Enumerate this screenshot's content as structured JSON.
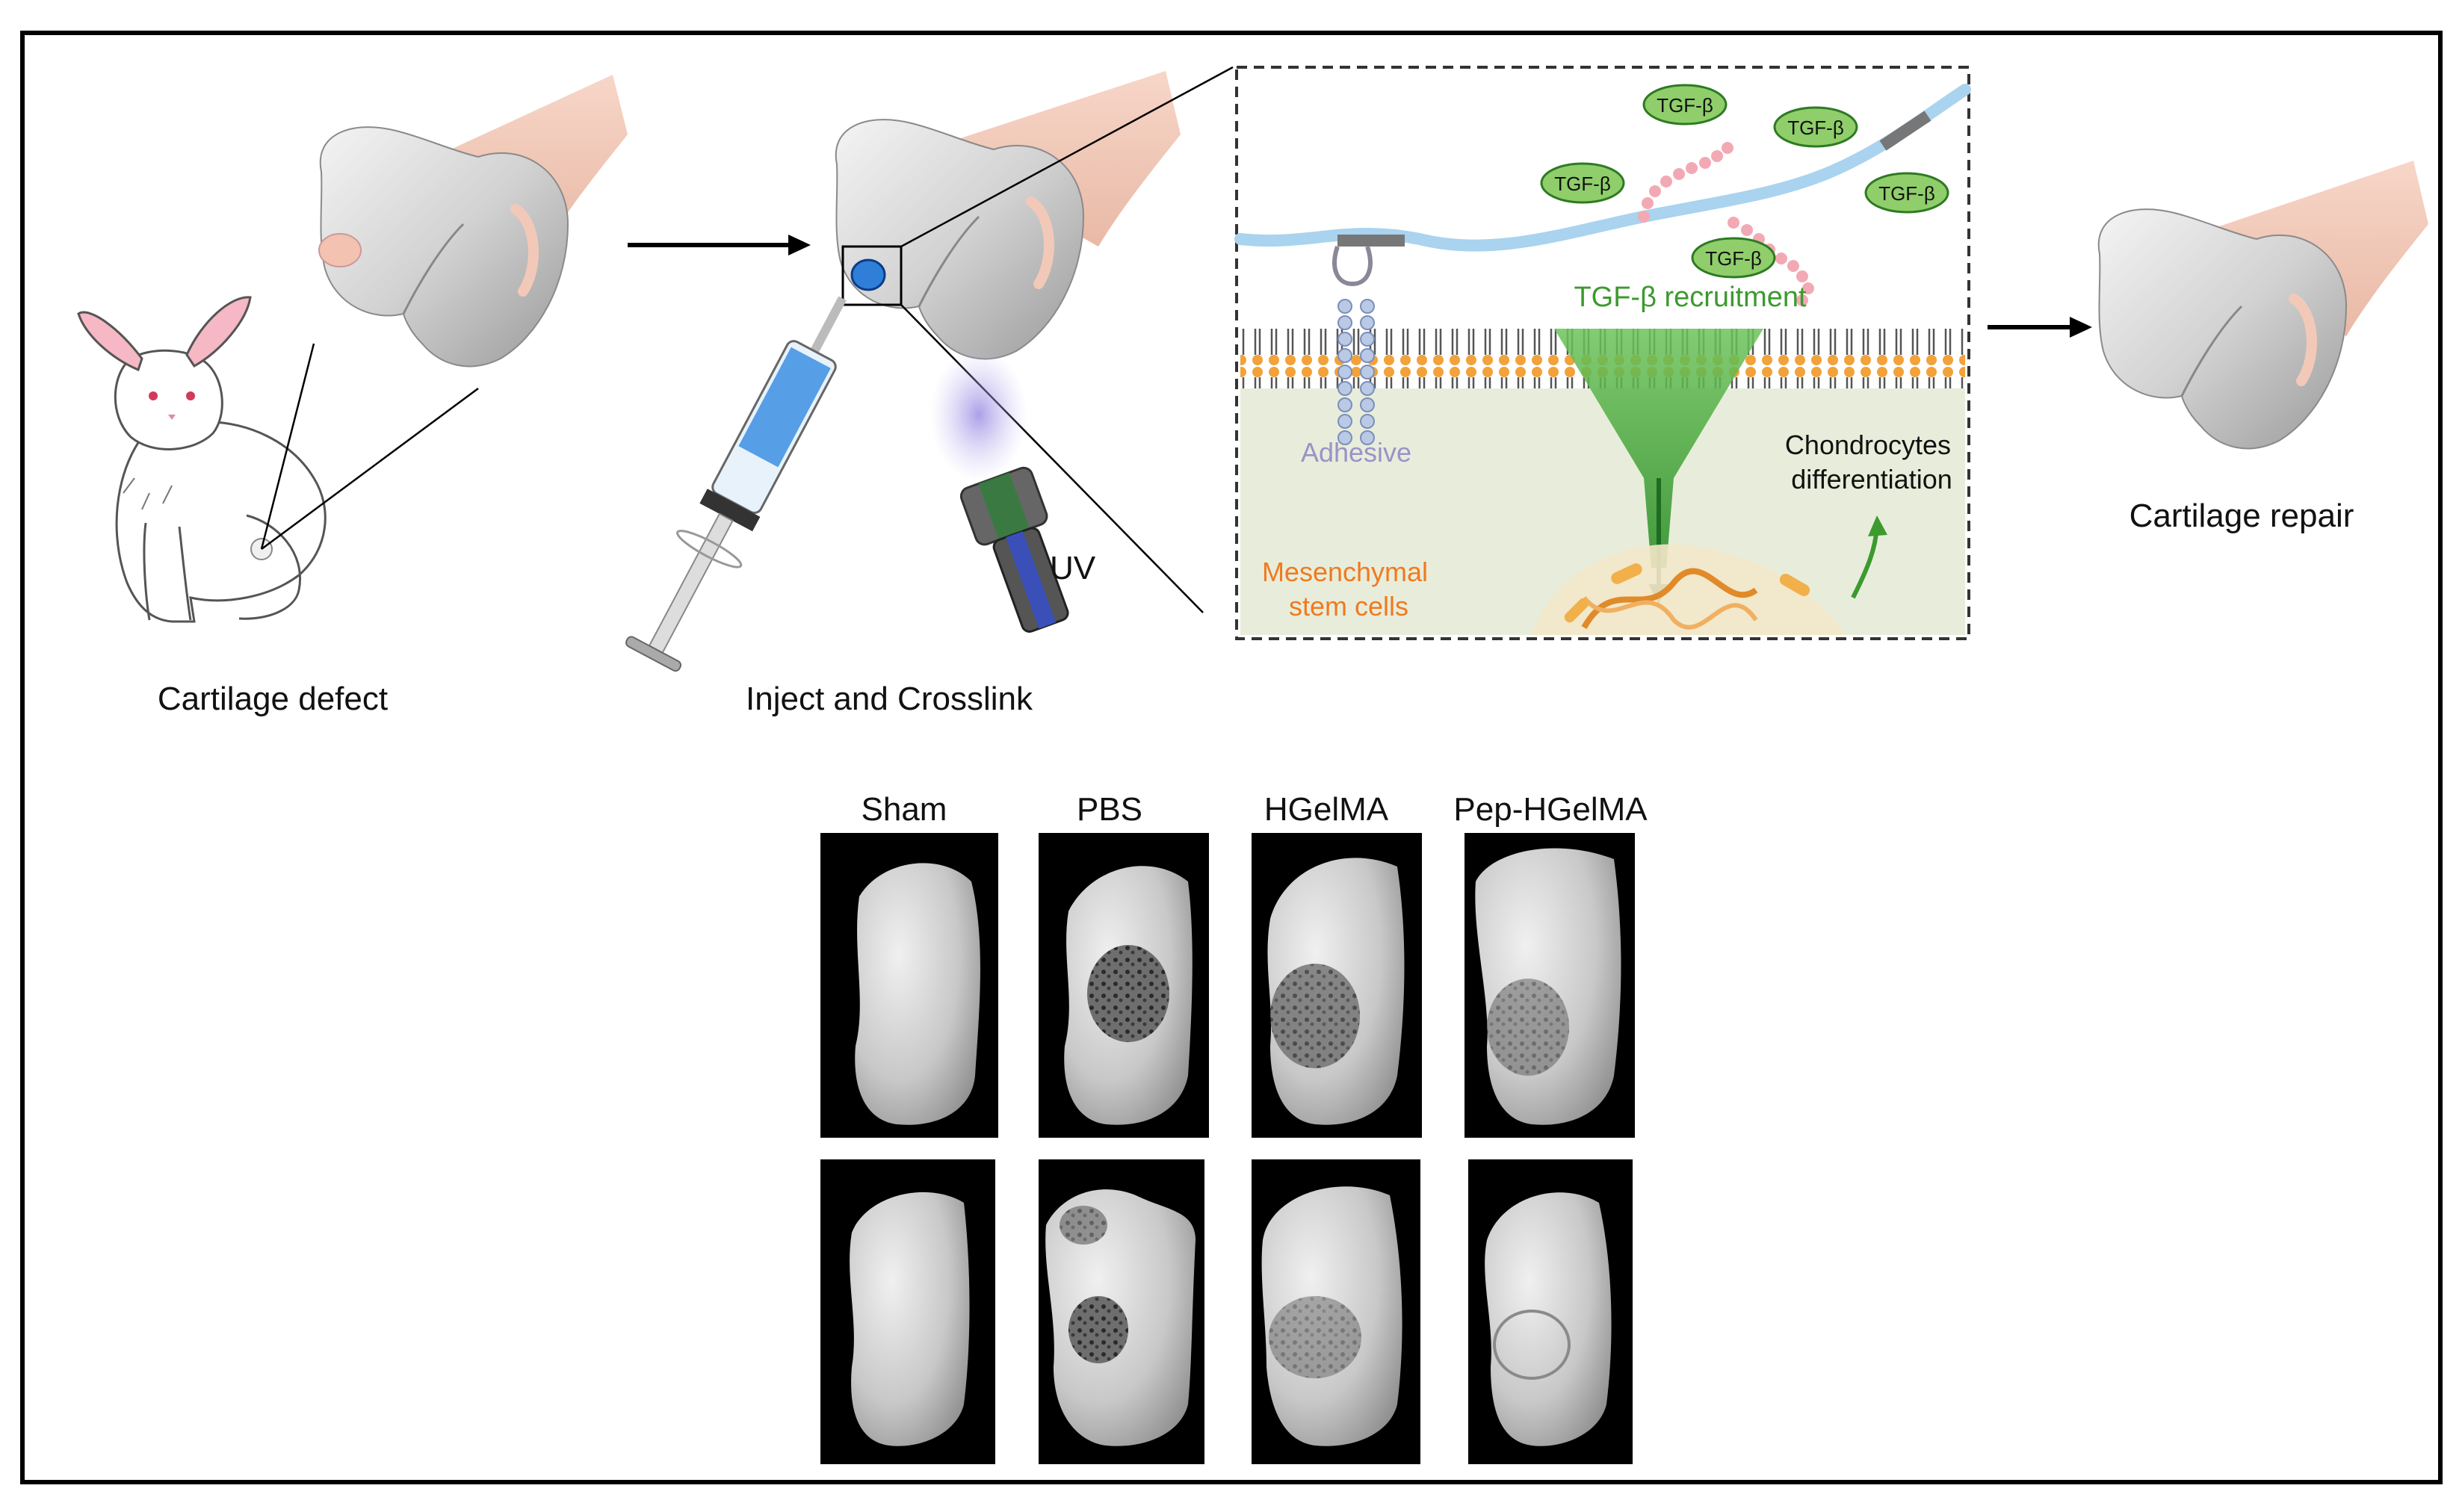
{
  "top": {
    "stage1_label": "Cartilage defect",
    "stage2_label": "Inject and Crosslink",
    "uv_label": "UV",
    "stage3_label": "Cartilage repair"
  },
  "mechanism": {
    "tgf_tokens": [
      "TGF-β",
      "TGF-β",
      "TGF-β",
      "TGF-β",
      "TGF-β"
    ],
    "recruitment_label": "TGF-β recruitment",
    "adhesive_label": "Adhesive",
    "differentiation_line1": "Chondrocytes",
    "differentiation_line2": "differentiation",
    "msc_line1": "Mesenchymal",
    "msc_line2": "stem cells"
  },
  "grid": {
    "columns": [
      "Sham",
      "PBS",
      "HGelMA",
      "Pep-HGelMA"
    ]
  },
  "colors": {
    "recruitment_green": "#3c9a2e",
    "msc_orange": "#f07a1f",
    "adhesive_purple": "#9a92c8",
    "tgf_fill": "#8fce6a",
    "membrane_orange": "#f2a23a",
    "fiber_blue": "#a9d3ee",
    "peptide_pink": "#f3a9b4"
  }
}
